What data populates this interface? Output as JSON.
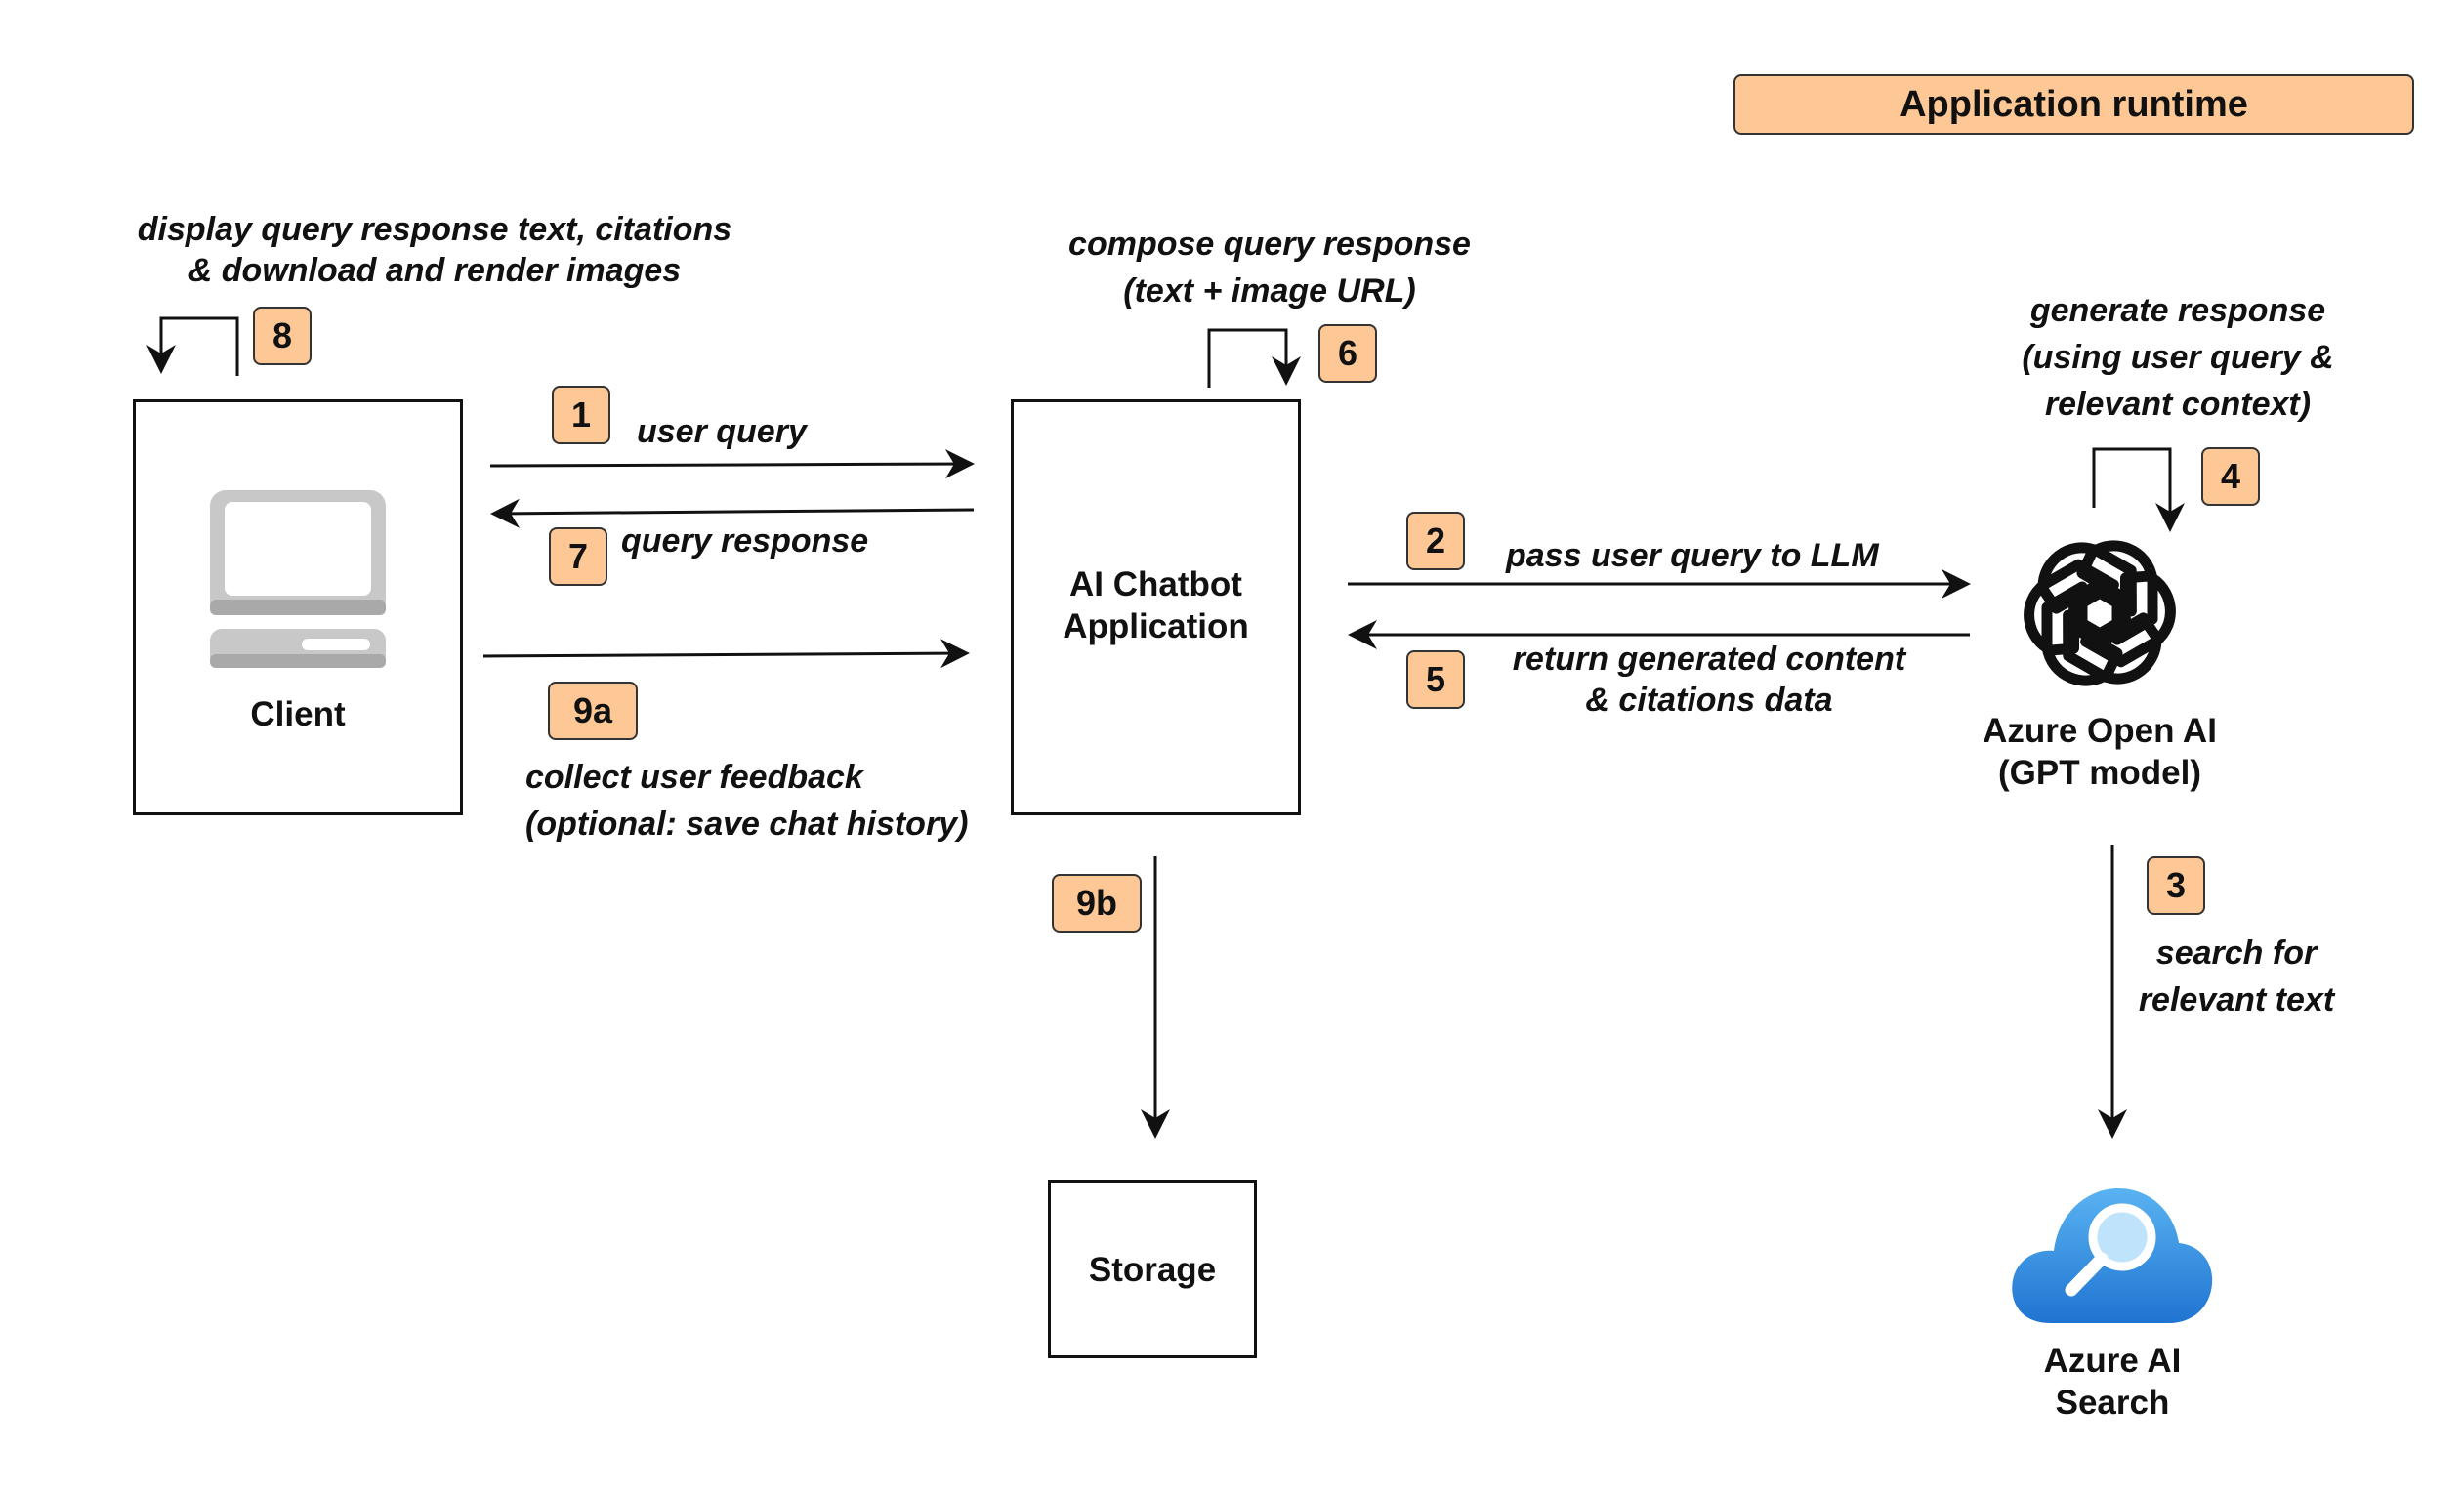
{
  "title": "Application runtime",
  "nodes": {
    "client": "Client",
    "chatbot_line1": "AI Chatbot",
    "chatbot_line2": "Application",
    "openai_line1": "Azure Open AI",
    "openai_line2": "(GPT model)",
    "search_line1": "Azure AI",
    "search_line2": "Search",
    "storage": "Storage"
  },
  "steps": {
    "s1": "1",
    "s2": "2",
    "s3": "3",
    "s4": "4",
    "s5": "5",
    "s6": "6",
    "s7": "7",
    "s8": "8",
    "s9a": "9a",
    "s9b": "9b"
  },
  "labels": {
    "display_line1": "display query response text, citations",
    "display_line2": "& download and render images",
    "compose_line1": "compose query response",
    "compose_line2": "(text + image URL)",
    "generate_line1": "generate response",
    "generate_line2": "(using user query &",
    "generate_line3": "relevant context)",
    "user_query": "user query",
    "query_response": "query response",
    "feedback_line1": "collect user feedback",
    "feedback_line2": "(optional: save chat history)",
    "pass_query": "pass user query to LLM",
    "return_line1": "return generated content",
    "return_line2": "& citations data",
    "search_line1": "search for",
    "search_line2": "relevant text"
  },
  "colors": {
    "badge": "#fdc896",
    "cloud_light": "#5ab3f2",
    "cloud_dark": "#1f74d1",
    "monitor": "#c8c8c8"
  }
}
